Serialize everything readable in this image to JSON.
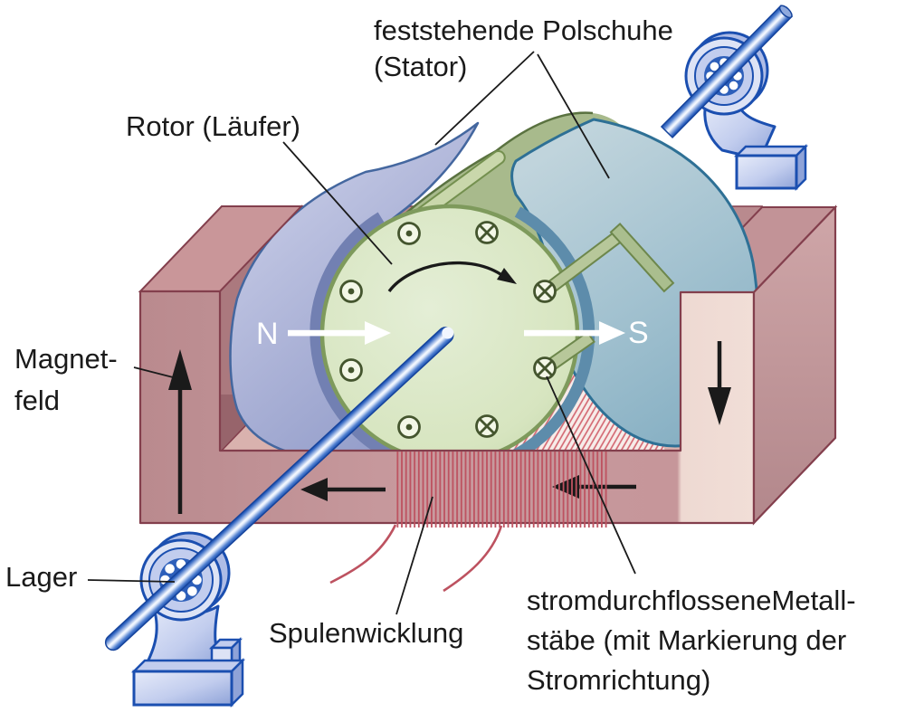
{
  "labels": {
    "stator_line1": "feststehende Polschuhe",
    "stator_line2": "(Stator)",
    "rotor": "Rotor (Läufer)",
    "magnetfeld_line1": "Magnet-",
    "magnetfeld_line2": "feld",
    "lager": "Lager",
    "spulenwicklung": "Spulenwicklung",
    "metallstaebe_line1": "stromdurchflosseneMetall-",
    "metallstaebe_line2": "stäbe (mit Markierung der",
    "metallstaebe_line3": "Stromrichtung)",
    "pole_n": "N",
    "pole_s": "S"
  },
  "colors": {
    "background": "#ffffff",
    "frame_rose": "#c89a9e",
    "frame_rose_dark": "#bd8e92",
    "frame_rose_light": "#f0dcd6",
    "frame_outline": "#833f4d",
    "pole_left_lavender": "#a7aed6",
    "pole_right_teal": "#a3c2d0",
    "pole_outline_left": "#44679f",
    "pole_outline_right": "#2e7095",
    "rotor_face": "#dae7c6",
    "rotor_side": "#a8ba8c",
    "rotor_outline": "#7e9a5c",
    "symbol_green": "#44552e",
    "shaft_blue": "#1a4fae",
    "bearing_blue": "#1b4fb0",
    "coil_red": "#bd5260",
    "hatch_red": "#d2636e",
    "arrow_black": "#1a1a1a",
    "text": "#1a1a1a"
  }
}
